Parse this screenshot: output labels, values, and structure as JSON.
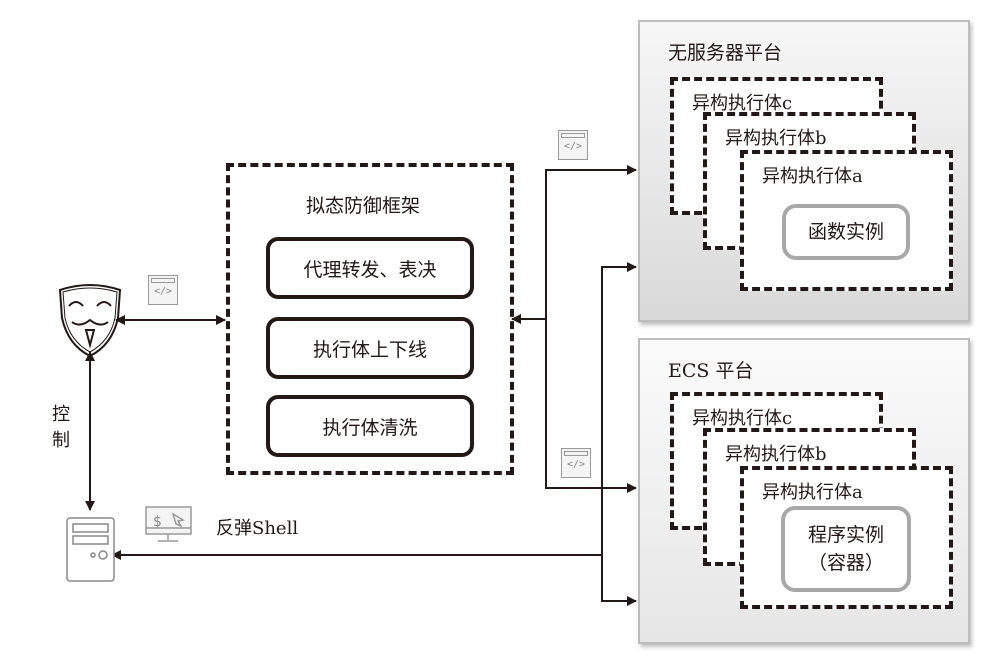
{
  "framework": {
    "title": "拟态防御框架",
    "items": [
      "代理转发、表决",
      "执行体上下线",
      "执行体清洗"
    ]
  },
  "platforms": [
    {
      "title": "无服务器平台",
      "executors": [
        "异构执行体c",
        "异构执行体b",
        "异构执行体a"
      ],
      "instance_lines": [
        "函数实例"
      ]
    },
    {
      "title": "ECS 平台",
      "executors": [
        "异构执行体c",
        "异构执行体b",
        "异构执行体a"
      ],
      "instance_lines": [
        "程序实例",
        "（容器）"
      ]
    }
  ],
  "labels": {
    "control": [
      "控",
      "制"
    ],
    "reverse_shell": "反弹Shell"
  },
  "icons": {
    "attacker": "anonymous-mask-shield-icon",
    "server": "server-tower-icon",
    "terminal": "monitor-terminal-icon",
    "code": "code-window-icon",
    "code_glyph": "</>",
    "terminal_glyph": "$"
  },
  "colors": {
    "line": "#231815",
    "icon_gray": "#999999",
    "platform_border": "#bdbdbd",
    "instance_border": "#a8a8a8"
  }
}
